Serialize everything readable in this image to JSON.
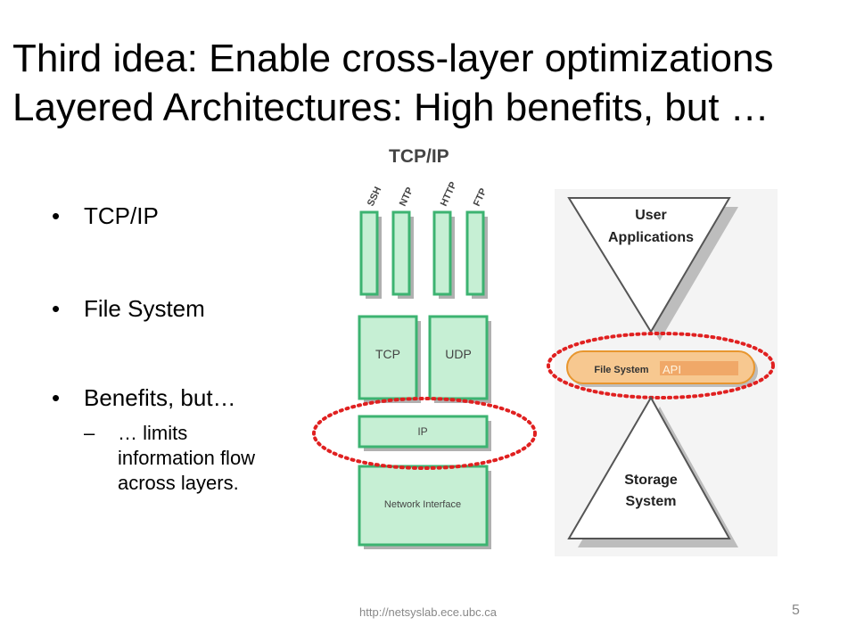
{
  "slide": {
    "title_line1": "Third idea:  Enable cross-layer optimizations",
    "title_line2": "Layered Architectures: High benefits, but …",
    "bullets": [
      "TCP/IP",
      "File System",
      "Benefits, but…"
    ],
    "sub_bullet_dash": "–",
    "sub_bullet_lines": [
      "… limits",
      "information flow",
      "across layers."
    ],
    "footer_url": "http://netsyslab.ece.ubc.ca",
    "slide_number": "5"
  },
  "tcpip_diagram": {
    "title": "TCP/IP",
    "apps": [
      "SSH",
      "NTP",
      "HTTP",
      "FTP"
    ],
    "transport": [
      "TCP",
      "UDP"
    ],
    "network": "IP",
    "link": "Network Interface"
  },
  "fs_diagram": {
    "top": [
      "User",
      "Applications"
    ],
    "middle_left": "File System",
    "middle_right": "API",
    "bottom": [
      "Storage",
      "System"
    ]
  },
  "colors": {
    "box_fill": "#c6efd4",
    "box_border": "#3cb371",
    "highlight_dotted": "#e02020",
    "pill_fill": "#f7c890",
    "pill_border": "#e8962e",
    "api_bar": "#f0a868",
    "shadow": "#b0b0b0"
  }
}
